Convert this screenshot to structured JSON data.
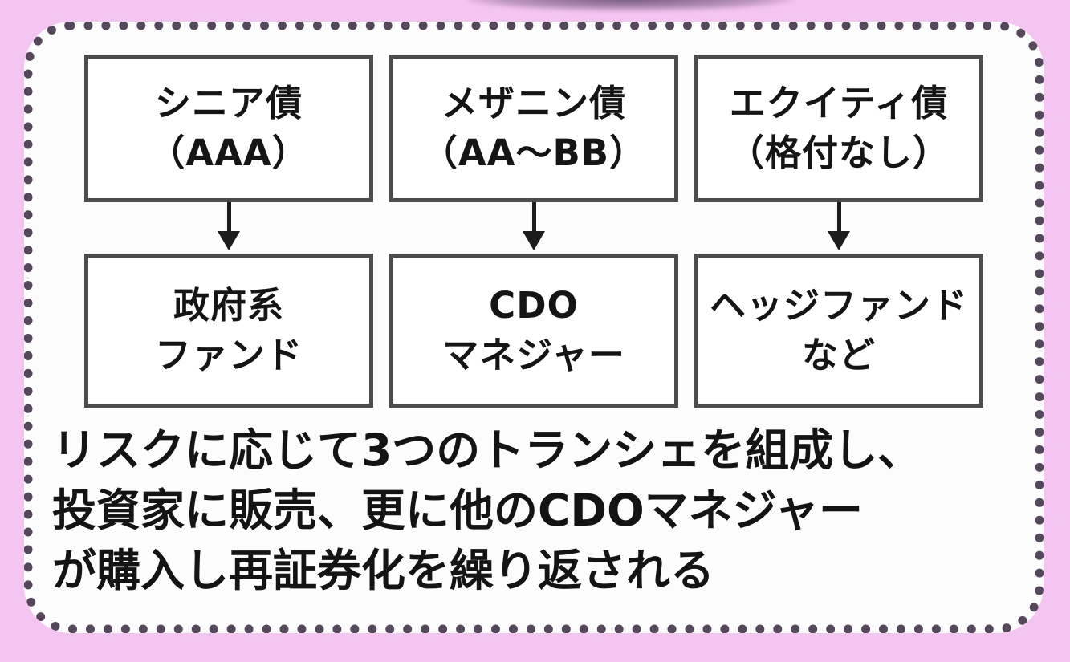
{
  "panel": {
    "bg_color": "#f5c5f2",
    "dotted_border_color": "#55485a",
    "box_border_color": "#4c4c4c",
    "text_color": "#151515"
  },
  "tranches": [
    {
      "name": "シニア債",
      "rating": "（AAA）",
      "buyer_line1": "政府系",
      "buyer_line2": "ファンド"
    },
    {
      "name": "メザニン債",
      "rating": "（AA～BB）",
      "buyer_line1": "CDO",
      "buyer_line2": "マネジャー"
    },
    {
      "name": "エクイティ債",
      "rating": "（格付なし）",
      "buyer_line1": "ヘッジファンド",
      "buyer_line2": "など"
    }
  ],
  "caption": {
    "line1": "リスクに応じて3つのトランシェを組成し、",
    "line2": "投資家に販売、更に他のCDOマネジャー",
    "line3": "が購入し再証券化を繰り返される"
  }
}
